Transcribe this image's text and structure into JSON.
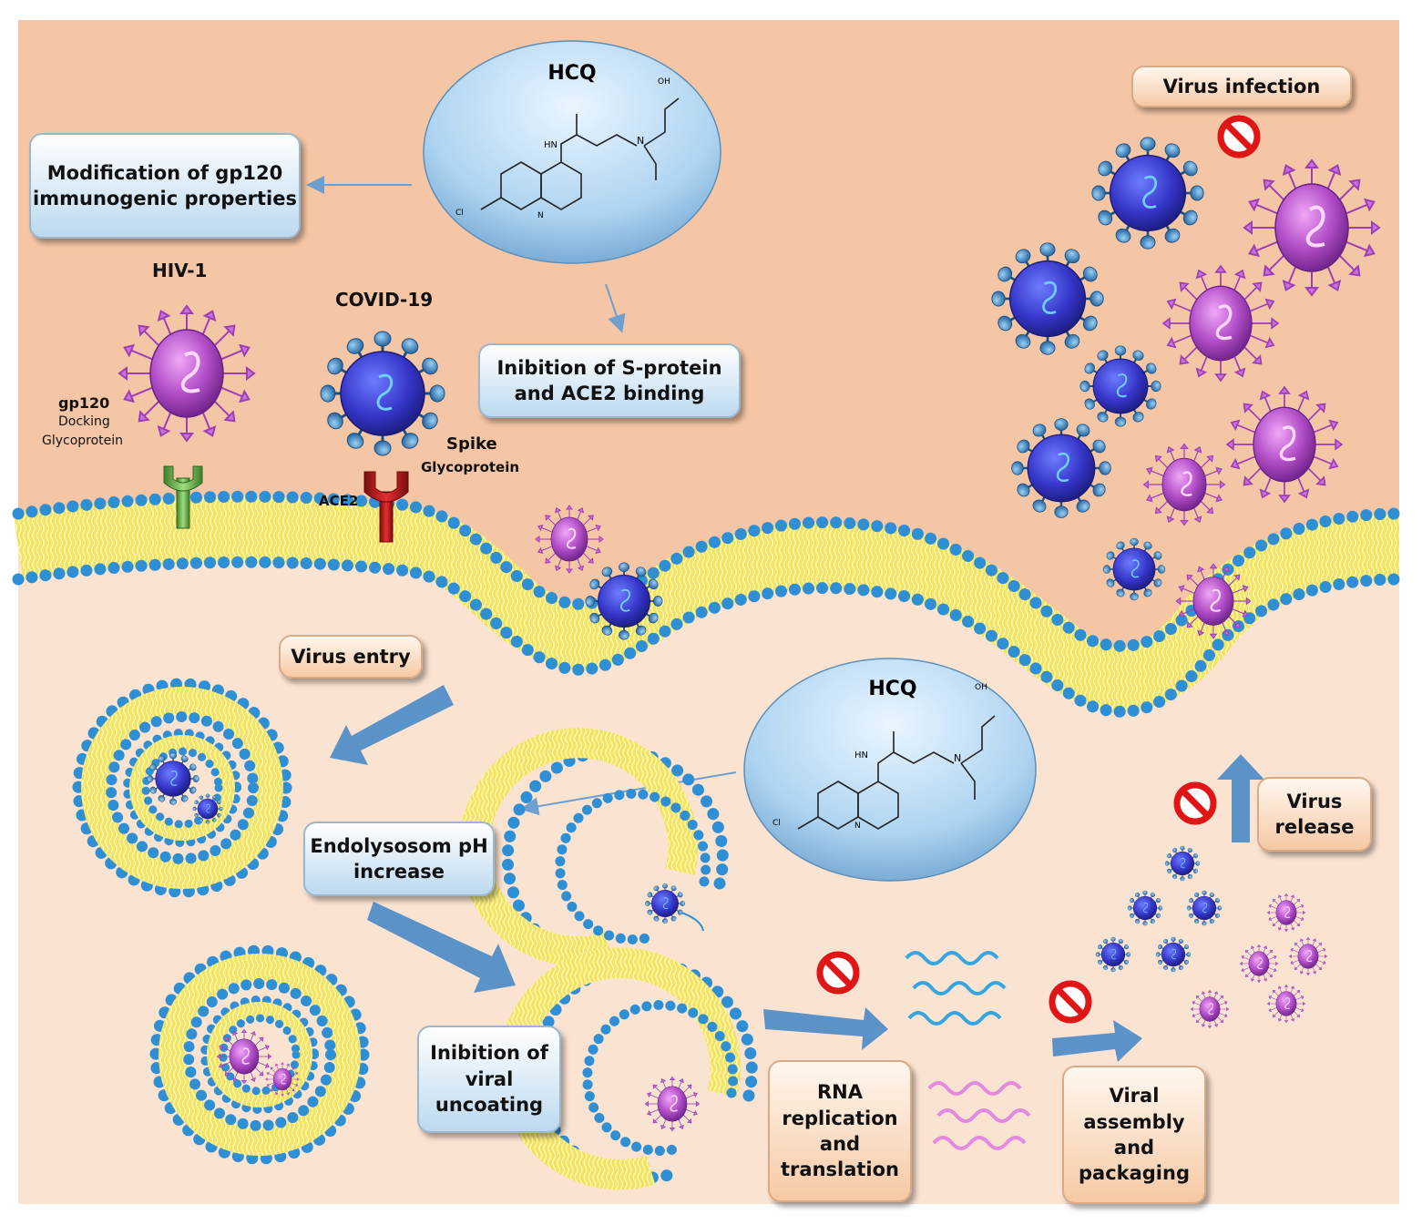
{
  "hcq_label": "HCQ",
  "chem_labels": {
    "oh": "OH",
    "hn": "HN",
    "n": "N",
    "cl": "Cl"
  },
  "boxes": {
    "gp120_mod": "Modification of gp120 immunogenic properties",
    "s_protein": "Inibition of S-protein and ACE2 binding",
    "virus_infection": "Virus infection",
    "virus_entry": "Virus entry",
    "endolysosom": "Endolysosom pH increase",
    "uncoating": "Inibition of viral uncoating",
    "rna": "RNA replication and translation",
    "assembly": "Viral assembly and packaging",
    "release": "Virus release"
  },
  "labels": {
    "hiv": "HIV-1",
    "covid": "COVID-19",
    "gp120": "gp120",
    "docking": "Docking",
    "glycoprotein": "Glycoprotein",
    "spike": "Spike",
    "spike_glyco": "Glycoprotein",
    "ace2": "ACE2"
  },
  "colors": {
    "extracellular": "#f5c6a5",
    "intracellular": "#fbe3d2",
    "membrane_yellow": "#f2e35e",
    "membrane_bead": "#2f8fd4",
    "covid_body": "#3f3fd0",
    "hiv_body": "#b44fc8",
    "arrow": "#5b93c9",
    "prohibit": "#e01515"
  }
}
